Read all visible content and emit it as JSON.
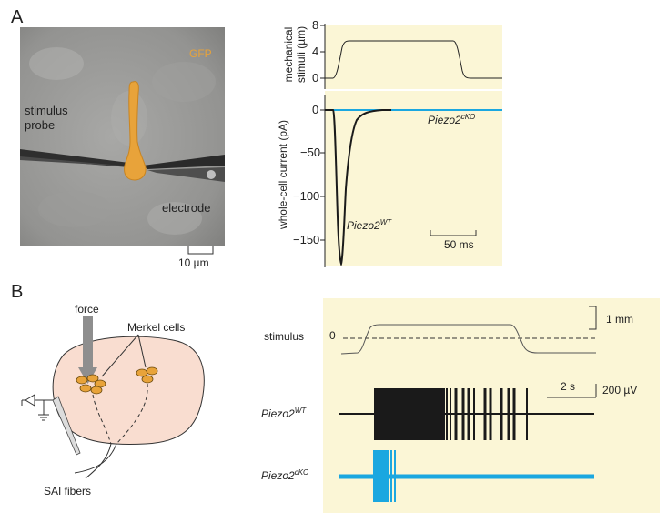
{
  "panel_a": {
    "letter": "A",
    "micrograph": {
      "gfp_label": "GFP",
      "probe_label_1": "stimulus",
      "probe_label_2": "probe",
      "electrode_label": "electrode",
      "scale_bar_label": "10 µm",
      "gfp_color": "#e8a33a"
    },
    "stimulus_trace": {
      "ylabel_1": "mechanical",
      "ylabel_2": "stimuli (µm)",
      "yticks": [
        "8",
        "4",
        "0"
      ]
    },
    "current_trace": {
      "ylabel": "whole-cell current (pA)",
      "yticks": [
        "0",
        "−50",
        "−100",
        "−150"
      ],
      "wt_label": "Piezo2",
      "wt_sup": "WT",
      "cko_label": "Piezo2",
      "cko_sup": "cKO",
      "time_scale_label": "50 ms",
      "wt_color": "#1a1a1a",
      "cko_color": "#1aa7e0"
    }
  },
  "panel_b": {
    "letter": "B",
    "schematic": {
      "force_label": "force",
      "merkel_label": "Merkel cells",
      "fiber_label": "SAI fibers",
      "skin_color": "#f9ddd0",
      "cell_color": "#e8a33a"
    },
    "recording": {
      "stimulus_label": "stimulus",
      "zero_label": "0",
      "amp_scale_label": "1 mm",
      "time_scale_label": "2 s",
      "voltage_scale_label": "200 µV",
      "wt_label": "Piezo2",
      "wt_sup": "WT",
      "cko_label": "Piezo2",
      "cko_sup": "cKO",
      "wt_color": "#1a1a1a",
      "cko_color": "#1aa7e0",
      "background_color": "#fbf6d6"
    }
  }
}
